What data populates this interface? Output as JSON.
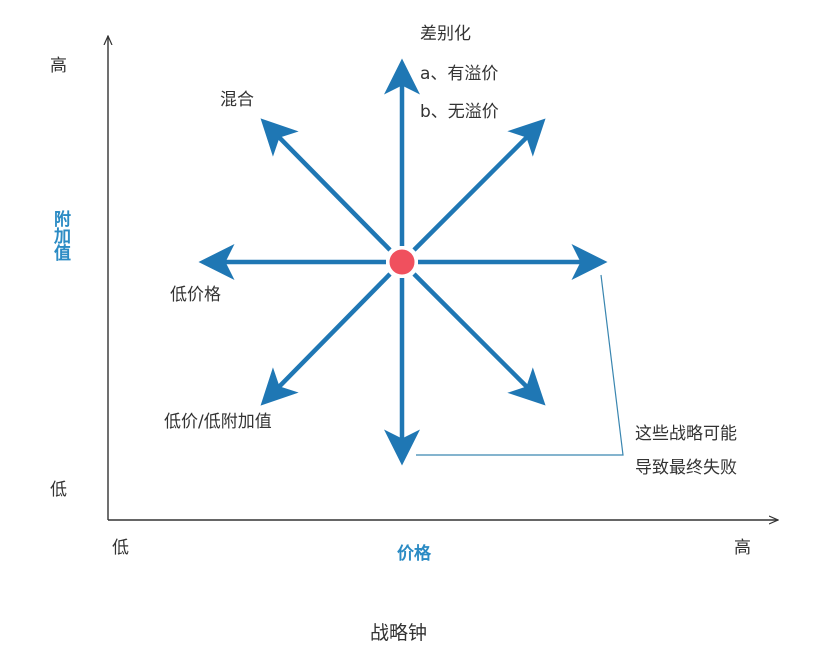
{
  "title": "战略钟",
  "axes": {
    "y": {
      "title": "附加值",
      "high": "高",
      "low": "低"
    },
    "x": {
      "title": "价格",
      "low": "低",
      "high": "高"
    }
  },
  "strategies": {
    "differentiation": {
      "title": "差别化",
      "a": "a、有溢价",
      "b": "b、无溢价"
    },
    "hybrid": "混合",
    "low_price": "低价格",
    "low_price_low_value": "低价/低附加值"
  },
  "failure_note": {
    "line1": "这些战略可能",
    "line2": "导致最终失败"
  },
  "colors": {
    "arrow": "#1f77b4",
    "center_dot": "#f0505e",
    "axis": "#333333",
    "axis_title": "#2b8bc4",
    "bracket": "#3a86b0"
  }
}
